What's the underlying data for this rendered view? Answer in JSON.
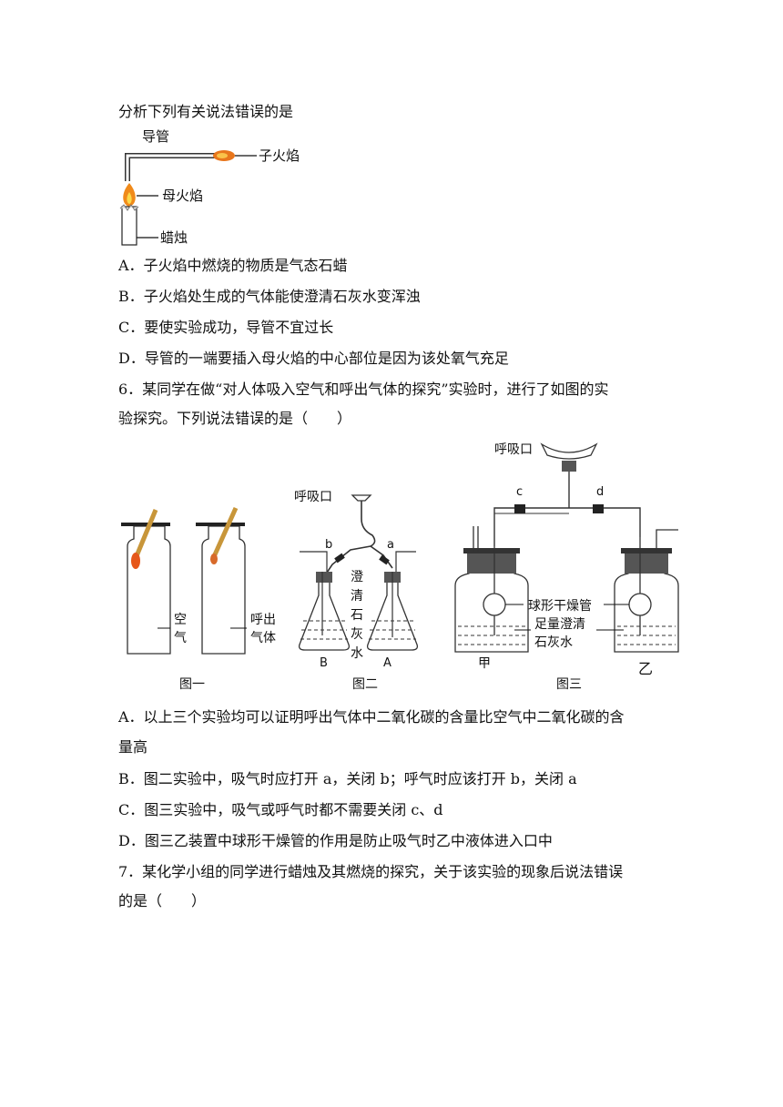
{
  "q5": {
    "stem": "分析下列有关说法错误的是",
    "figure_labels": {
      "tube": "导管",
      "child_flame": "子火焰",
      "mother_flame": "母火焰",
      "candle": "蜡烛"
    },
    "options": [
      "A．子火焰中燃烧的物质是气态石蜡",
      "B．子火焰处生成的气体能使澄清石灰水变浑浊",
      "C．要使实验成功，导管不宜过长",
      "D．导管的一端要插入母火焰的中心部位是因为该处氧气充足"
    ]
  },
  "q6": {
    "stem_line1": "6．某同学在做“对人体吸入空气和呼出气体的探究”实验时，进行了如图的实",
    "stem_line2": "验探究。下列说法错误的是（　　）",
    "figure_labels": {
      "fig1_air_1": "空",
      "fig1_air_2": "气",
      "fig1_exhaled_1": "呼出",
      "fig1_exhaled_2": "气体",
      "fig1_caption": "图一",
      "fig2_mouth": "呼吸口",
      "fig2_b": "b",
      "fig2_a": "a",
      "fig2_limewater_1": "澄",
      "fig2_limewater_2": "清",
      "fig2_limewater_3": "石",
      "fig2_limewater_4": "灰",
      "fig2_limewater_5": "水",
      "fig2_B": "B",
      "fig2_A": "A",
      "fig2_caption": "图二",
      "fig3_mouth": "呼吸口",
      "fig3_c": "c",
      "fig3_d": "d",
      "fig3_drying_tube": "球形干燥管",
      "fig3_limewater_1": "足量澄清",
      "fig3_limewater_2": "石灰水",
      "fig3_jia": "甲",
      "fig3_yi": "乙",
      "fig3_caption": "图三"
    },
    "options": [
      "A．以上三个实验均可以证明呼出气体中二氧化碳的含量比空气中二氧化碳的含",
      "量高",
      "B．图二实验中，吸气时应打开 a，关闭 b；呼气时应该打开 b，关闭 a",
      "C．图三实验中，吸气或呼气时都不需要关闭 c、d",
      "D．图三乙装置中球形干燥管的作用是防止吸气时乙中液体进入口中"
    ]
  },
  "q7": {
    "stem_line1": "7．某化学小组的同学进行蜡烛及其燃烧的探究，关于该实验的现象后说法错误",
    "stem_line2": "的是（　　）"
  }
}
